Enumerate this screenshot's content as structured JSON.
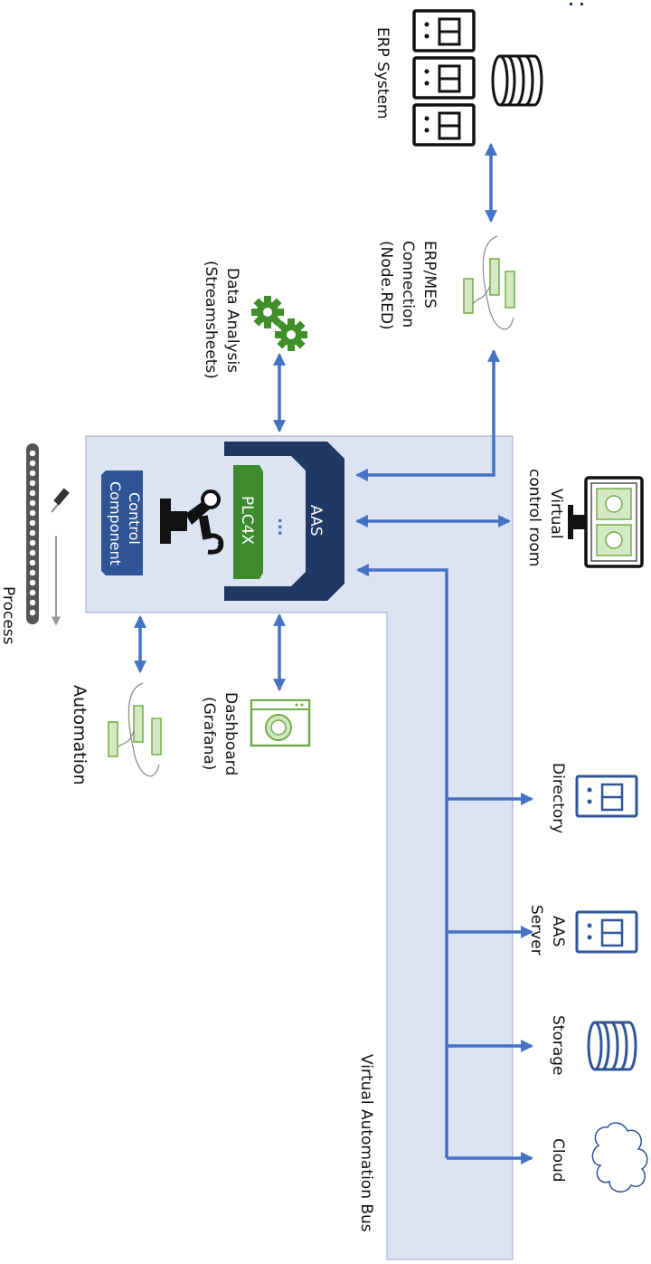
{
  "labels": {
    "erp_system": "ERP System",
    "erp_mes_1": "ERP/MES",
    "erp_mes_2": "Connection",
    "erp_mes_3": "(Node.RED)",
    "data_analysis_1": "Data Analysis",
    "data_analysis_2": "(Streamsheets)",
    "virtual_control_1": "Virtual",
    "virtual_control_2": "control room",
    "aas": "AAS",
    "plc4x": "PLC4X",
    "plc_dots": "...",
    "control_component_1": "Control",
    "control_component_2": "Component",
    "process": "Process",
    "automation": "Automation",
    "dashboard_1": "Dashboard",
    "dashboard_2": "(Grafana)",
    "directory": "Directory",
    "aas_server_1": "AAS",
    "aas_server_2": "Server",
    "storage": "Storage",
    "cloud": "Cloud",
    "virtual_automation_bus": "Virtual Automation Bus"
  },
  "colors": {
    "bus_fill": "#dce4f4",
    "bus_stroke": "#9aa9c8",
    "aas_navy": "#1f3864",
    "plc_green": "#3e8a2e",
    "control_blue": "#2f5597",
    "arrow_blue": "#4472c4",
    "icon_green": "#70ad47",
    "icon_green_fill": "#d5e8c4",
    "gear_green": "#3e8e2a"
  },
  "icons": [
    "server-icon",
    "database-icon",
    "flow-icon",
    "gear-icon",
    "monitor-icon",
    "robot-arm-icon",
    "conveyor-icon",
    "screwdriver-icon",
    "dashboard-icon",
    "cloud-icon"
  ]
}
